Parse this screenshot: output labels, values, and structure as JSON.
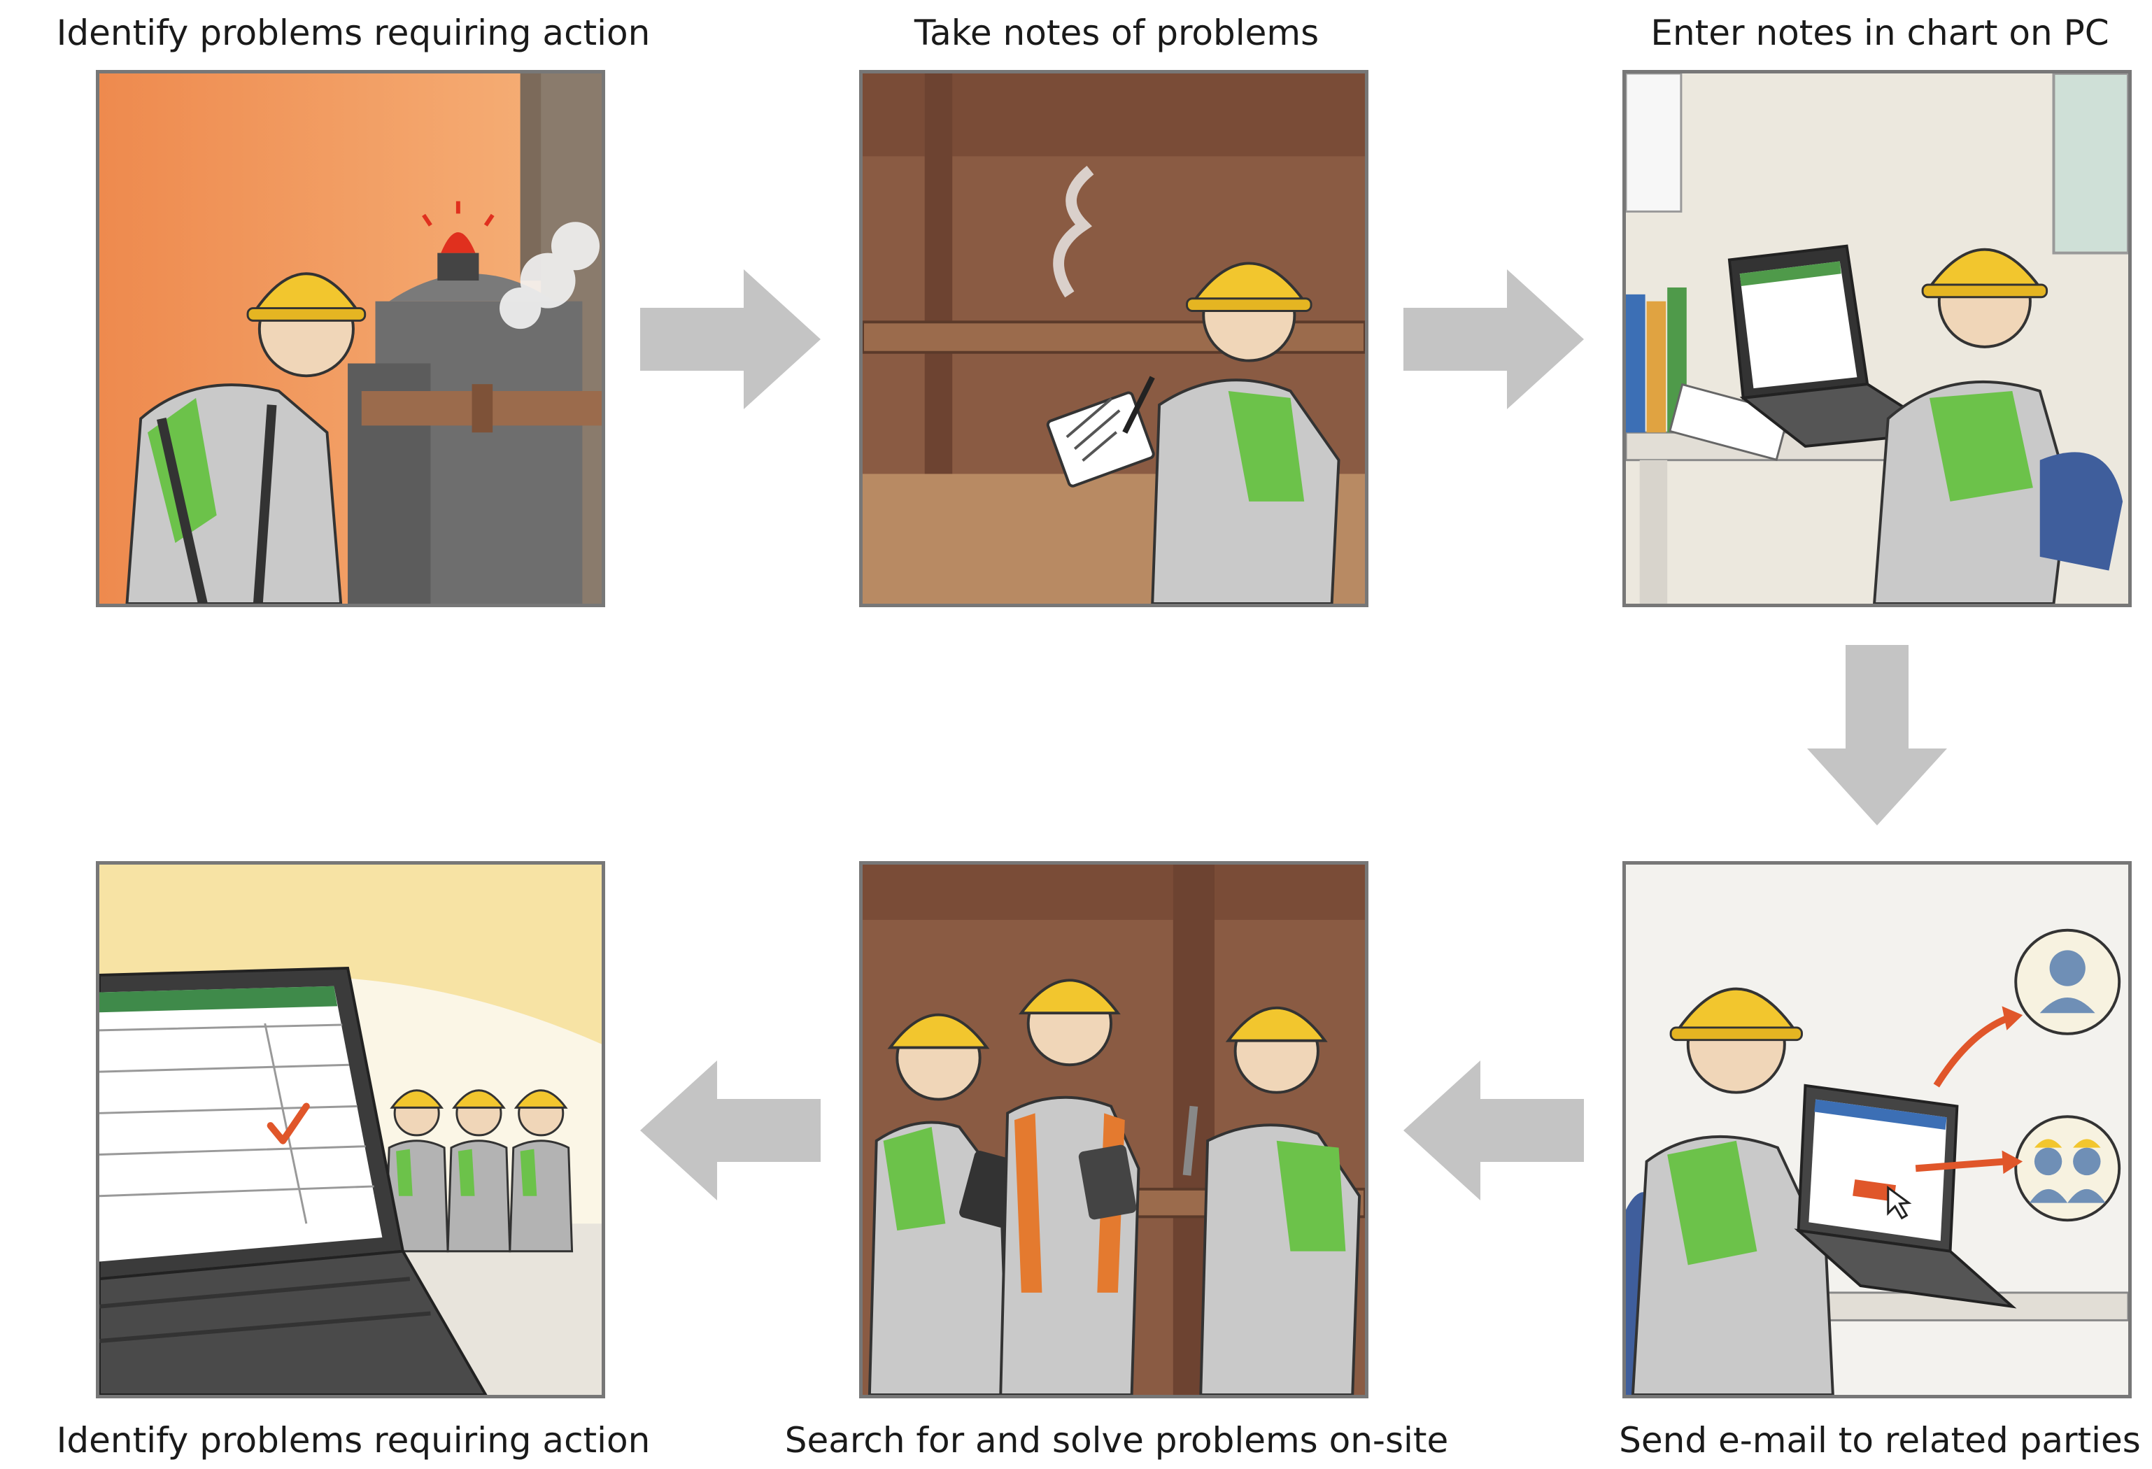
{
  "diagram": {
    "steps": [
      {
        "id": "step-1",
        "label": "Identify problems requiring action"
      },
      {
        "id": "step-2",
        "label": "Take notes of problems"
      },
      {
        "id": "step-3",
        "label": "Enter notes in chart on PC"
      },
      {
        "id": "step-4",
        "label": "Send e-mail to related parties"
      },
      {
        "id": "step-5",
        "label": "Search for and solve problems on-site"
      },
      {
        "id": "step-6",
        "label": "Identify problems requiring action"
      }
    ]
  },
  "colors": {
    "arrow": "#c4c4c4",
    "panel_border": "#777777",
    "helmet": "#f2c62e",
    "uniform_green": "#6cc24a",
    "uniform_gray": "#c9c9c9",
    "alarm_red": "#e0301e",
    "email_arrow": "#e0562a"
  },
  "icons": [
    "warning-light-icon",
    "notepad-icon",
    "laptop-icon",
    "person-icon",
    "group-icon",
    "checkmark-icon",
    "cursor-icon"
  ]
}
